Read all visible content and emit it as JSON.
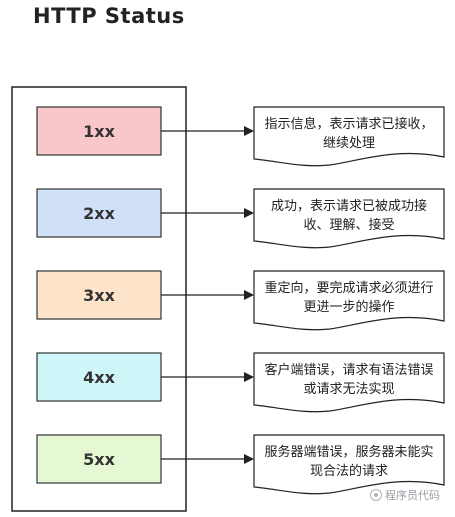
{
  "title": "HTTP Status",
  "statuses": [
    {
      "code": "1xx",
      "color": "#f9c6c9",
      "description_lines": [
        "指示信息，表示请求已接收，",
        "继续处理"
      ]
    },
    {
      "code": "2xx",
      "color": "#cfe0f7",
      "description_lines": [
        "成功，表示请求已被成功接",
        "收、理解、接受"
      ]
    },
    {
      "code": "3xx",
      "color": "#fde3c9",
      "description_lines": [
        "重定向，要完成请求必须进行",
        "更进一步的操作"
      ]
    },
    {
      "code": "4xx",
      "color": "#cff7f9",
      "description_lines": [
        "客户端错误，请求有语法错误",
        "或请求无法实现"
      ]
    },
    {
      "code": "5xx",
      "color": "#e6f7d3",
      "description_lines": [
        "服务器端错误，服务器未能实",
        "现合法的请求"
      ]
    }
  ],
  "watermark": "程序员代码"
}
